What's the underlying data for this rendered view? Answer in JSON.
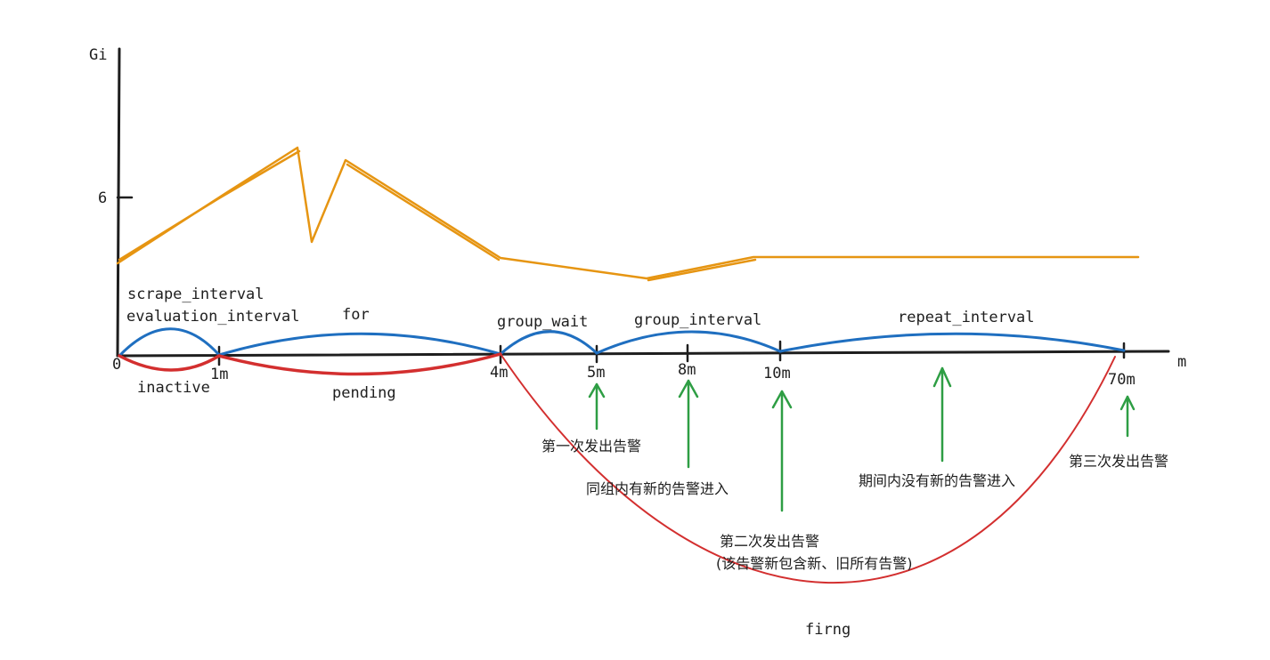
{
  "axis": {
    "y_unit": "Gi",
    "y_tick": "6",
    "x_unit": "m",
    "origin": "0",
    "x_ticks": [
      "1m",
      "4m",
      "5m",
      "8m",
      "10m",
      "70m"
    ]
  },
  "colors": {
    "phase": "#1f6fc0",
    "state": "#d32f2f",
    "memory": "#e69512",
    "event": "#2e9e44"
  },
  "phases": [
    {
      "label": "scrape_interval"
    },
    {
      "label": "evaluation_interval"
    },
    {
      "label": "for"
    },
    {
      "label": "group_wait"
    },
    {
      "label": "group_interval"
    },
    {
      "label": "repeat_interval"
    }
  ],
  "states": [
    {
      "label": "inactive"
    },
    {
      "label": "pending"
    },
    {
      "label": "firng"
    }
  ],
  "events": [
    {
      "label": "第一次发出告警"
    },
    {
      "label": "同组内有新的告警进入"
    },
    {
      "label": "第二次发出告警"
    },
    {
      "label": "(该告警新包含新、旧所有告警)"
    },
    {
      "label": "期间内没有新的告警进入"
    },
    {
      "label": "第三次发出告警"
    }
  ]
}
